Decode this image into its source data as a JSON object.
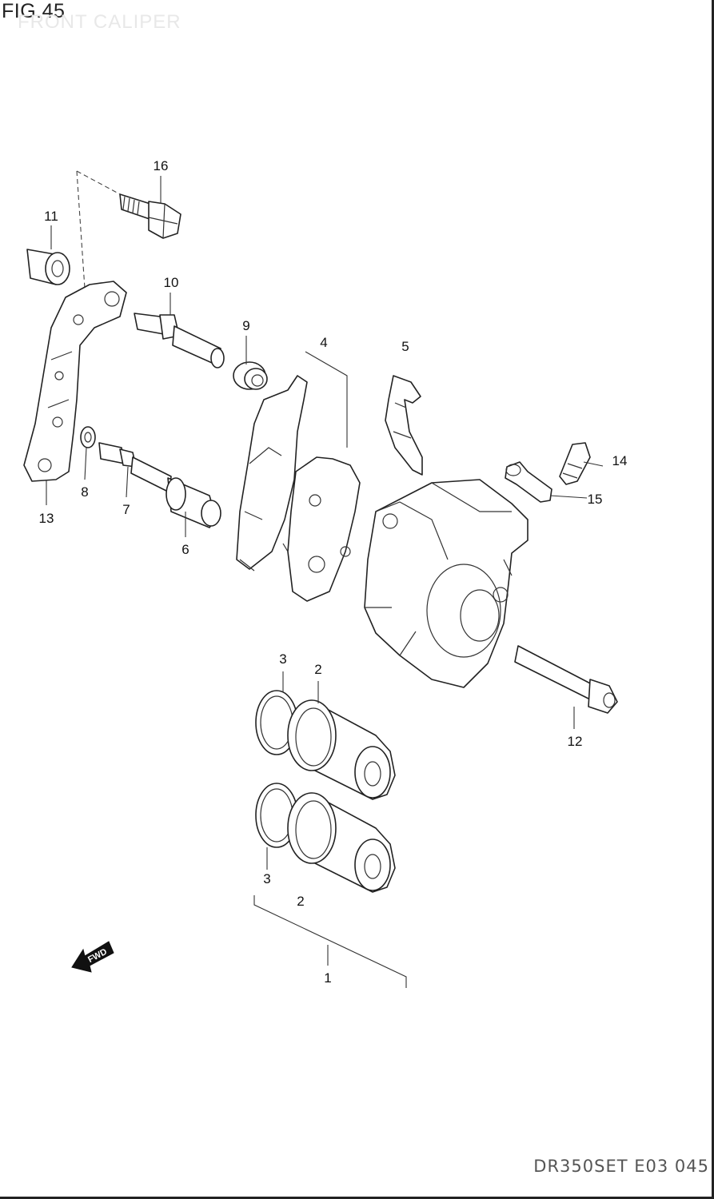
{
  "header": {
    "figure_number": "FIG.45",
    "figure_title": "FRONT CALIPER"
  },
  "footer": {
    "model_code": "DR350SET E03 045"
  },
  "forward_arrow": {
    "label": "FWD"
  },
  "callouts": [
    {
      "id": "16",
      "label": "16"
    },
    {
      "id": "11",
      "label": "11"
    },
    {
      "id": "10",
      "label": "10"
    },
    {
      "id": "9",
      "label": "9"
    },
    {
      "id": "4",
      "label": "4"
    },
    {
      "id": "5",
      "label": "5"
    },
    {
      "id": "14",
      "label": "14"
    },
    {
      "id": "15",
      "label": "15"
    },
    {
      "id": "8",
      "label": "8"
    },
    {
      "id": "7",
      "label": "7"
    },
    {
      "id": "13",
      "label": "13"
    },
    {
      "id": "6",
      "label": "6"
    },
    {
      "id": "3a",
      "label": "3"
    },
    {
      "id": "2a",
      "label": "2"
    },
    {
      "id": "12",
      "label": "12"
    },
    {
      "id": "3b",
      "label": "3"
    },
    {
      "id": "2b",
      "label": "2"
    },
    {
      "id": "1",
      "label": "1"
    }
  ]
}
